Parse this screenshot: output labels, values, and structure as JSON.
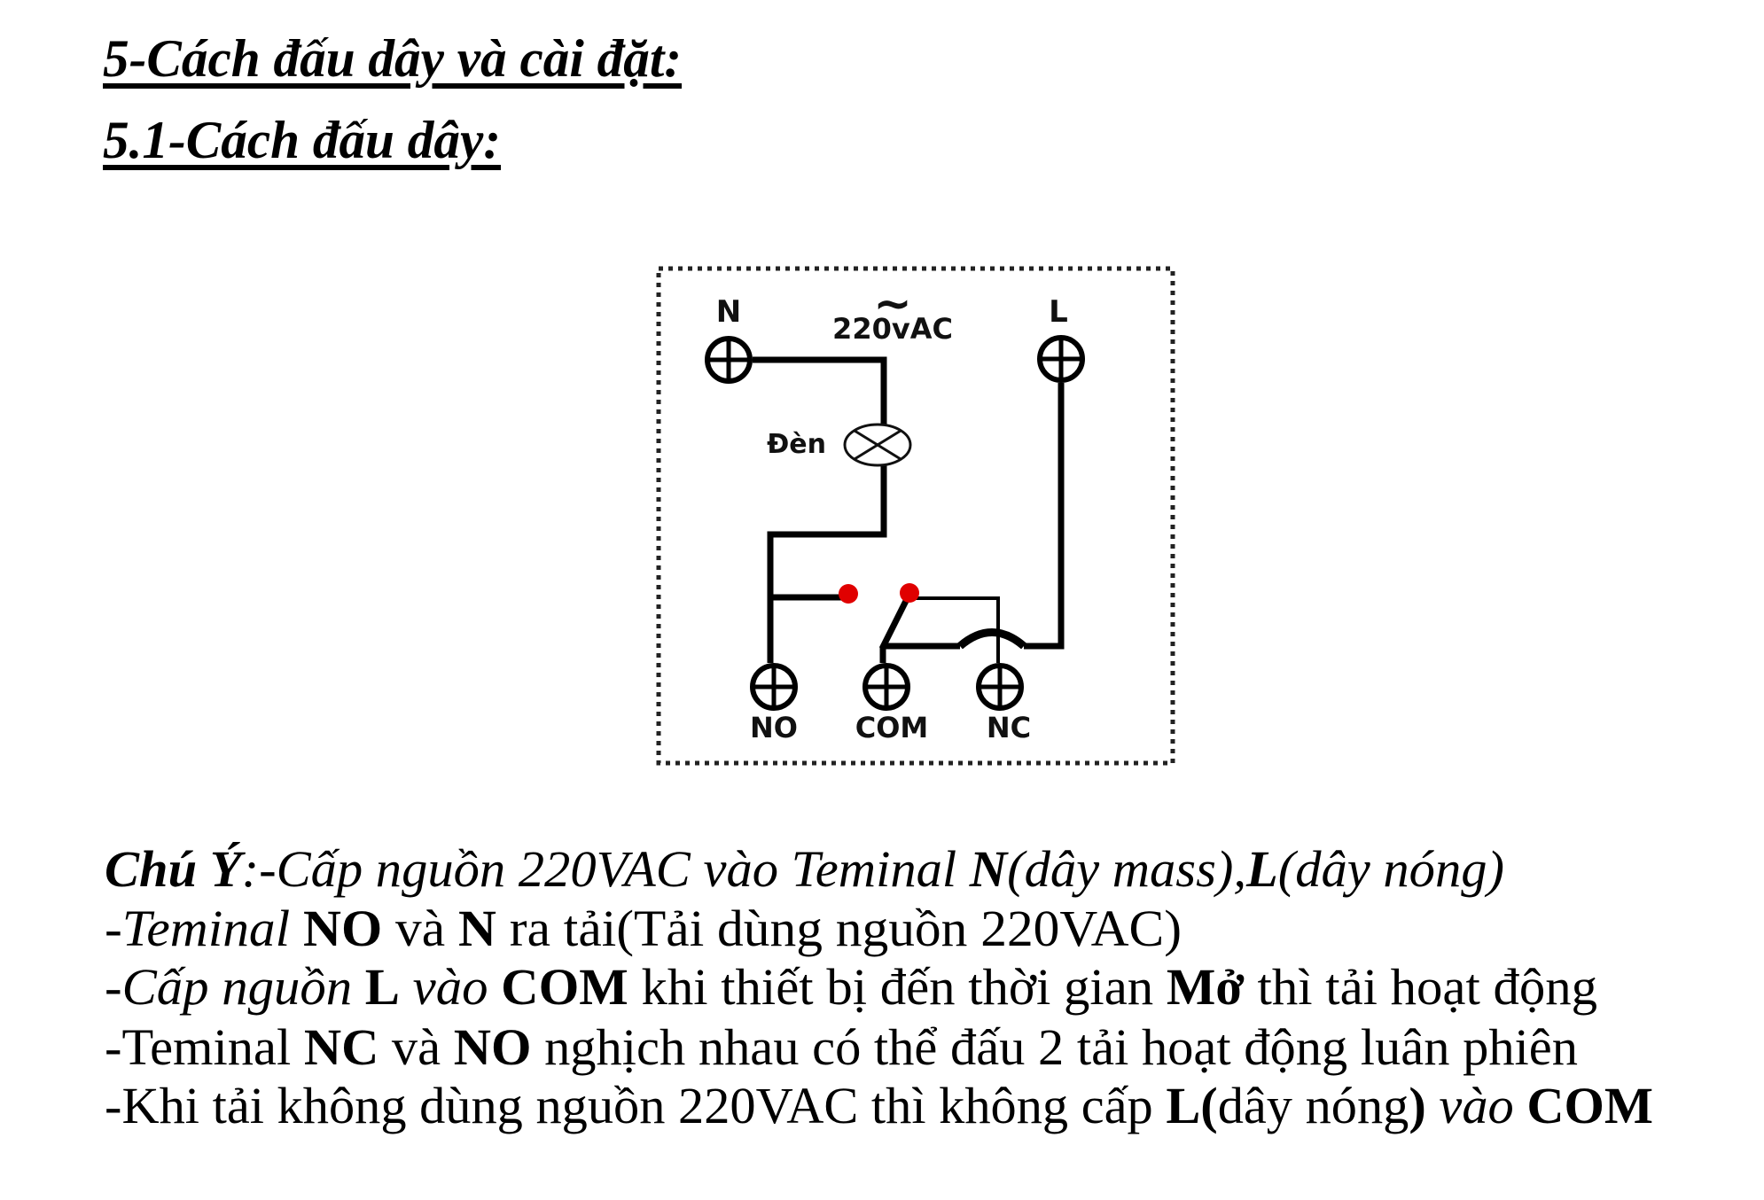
{
  "document": {
    "heading_section": "5-Cách đấu dây và cài đặt:",
    "heading_subsection": "5.1-Cách đấu dây:"
  },
  "diagram": {
    "supply_symbol": "~",
    "supply_label": "220vAC",
    "terminals": {
      "n": "N",
      "l": "L",
      "no": "NO",
      "com": "COM",
      "nc": "NC"
    },
    "lamp_label": "Đèn",
    "colors": {
      "wire": "#000000",
      "contact_dot": "#e00000",
      "border": "#222222"
    }
  },
  "notes": [
    [
      {
        "t": "Chú Ý",
        "s": "bi"
      },
      {
        "t": ":-Cấp nguồn 220VAC vào Teminal ",
        "s": "i"
      },
      {
        "t": "N",
        "s": "bi"
      },
      {
        "t": "(dây mass),",
        "s": "i"
      },
      {
        "t": "L",
        "s": "bi"
      },
      {
        "t": "(dây nóng)",
        "s": "i"
      }
    ],
    [
      {
        "t": "-",
        "s": "n"
      },
      {
        "t": "Teminal",
        "s": "i"
      },
      {
        "t": " ",
        "s": "n"
      },
      {
        "t": "NO",
        "s": "b"
      },
      {
        "t": " và ",
        "s": "n"
      },
      {
        "t": "N",
        "s": "b"
      },
      {
        "t": " ra tải(Tải dùng nguồn 220VAC)",
        "s": "n"
      }
    ],
    [
      {
        "t": "-",
        "s": "n"
      },
      {
        "t": "Cấp nguồn",
        "s": "i"
      },
      {
        "t": " ",
        "s": "n"
      },
      {
        "t": "L",
        "s": "b"
      },
      {
        "t": " ",
        "s": "n"
      },
      {
        "t": "vào",
        "s": "i"
      },
      {
        "t": " ",
        "s": "n"
      },
      {
        "t": "COM",
        "s": "b"
      },
      {
        "t": " khi thiết bị đến thời gian ",
        "s": "n"
      },
      {
        "t": "Mở",
        "s": "b"
      },
      {
        "t": "  thì tải hoạt động",
        "s": "n"
      }
    ],
    [
      {
        "t": "-Teminal ",
        "s": "n"
      },
      {
        "t": "NC",
        "s": "b"
      },
      {
        "t": " và ",
        "s": "n"
      },
      {
        "t": "NO",
        "s": "b"
      },
      {
        "t": " nghịch nhau có thể đấu 2 tải hoạt động luân phiên",
        "s": "n"
      }
    ],
    [
      {
        "t": "-Khi tải không dùng nguồn 220VAC thì không cấp ",
        "s": "n"
      },
      {
        "t": "L(",
        "s": "b"
      },
      {
        "t": "dây nóng",
        "s": "n"
      },
      {
        "t": ")",
        "s": "b"
      },
      {
        "t": " ",
        "s": "n"
      },
      {
        "t": "vào",
        "s": "i"
      },
      {
        "t": " ",
        "s": "n"
      },
      {
        "t": "COM",
        "s": "b"
      }
    ]
  ]
}
